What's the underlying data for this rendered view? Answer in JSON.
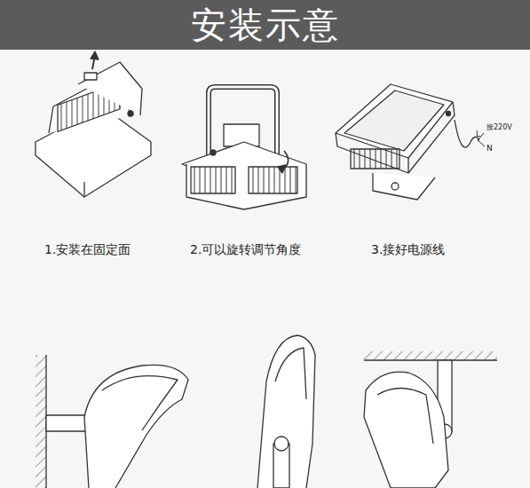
{
  "diagram": {
    "title": "安装示意",
    "labels": [
      "1.安装在固定面",
      "2.可以旋转调节角度",
      "3.接好电源线",
      "接220V",
      "L",
      "N"
    ]
  }
}
